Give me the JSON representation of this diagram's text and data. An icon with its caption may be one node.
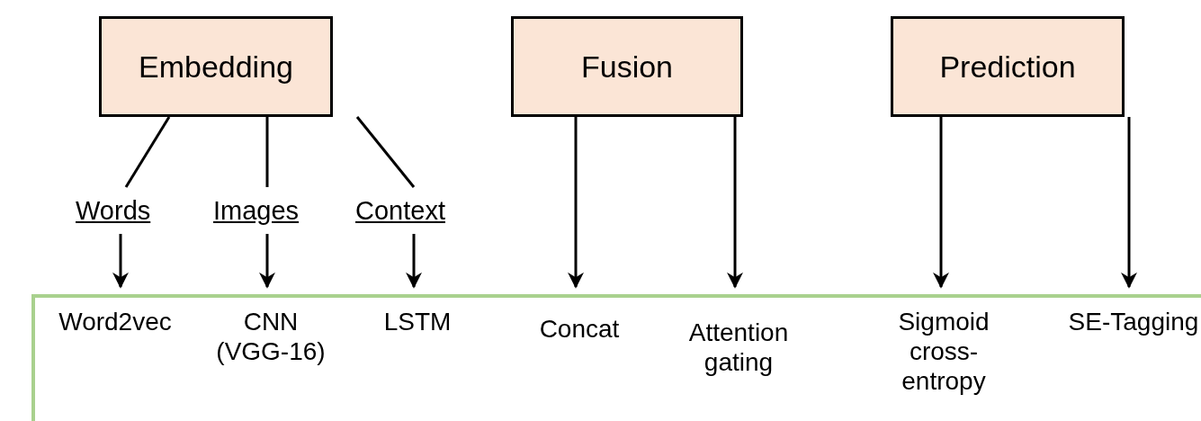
{
  "diagram": {
    "nodes": [
      {
        "text": [
          "Embedding"
        ]
      },
      {
        "text": [
          "Fusion"
        ]
      },
      {
        "text": [
          "Prediction"
        ]
      },
      {
        "text": [
          "Words"
        ]
      },
      {
        "text": [
          "Images"
        ]
      },
      {
        "text": [
          "Context"
        ]
      },
      {
        "text": [],
        "shape": "box"
      },
      {
        "text": [
          "Word2vec"
        ],
        "in": 6
      },
      {
        "text": [
          "CNN (VGG-16)"
        ],
        "in": 6
      },
      {
        "text": [
          "LSTM"
        ],
        "in": 6
      },
      {
        "text": [
          "Concat"
        ],
        "in": 6
      },
      {
        "text": [
          "Attention gating"
        ],
        "in": 6
      },
      {
        "text": [
          "Sigmoid cross-entropy"
        ],
        "in": 6
      },
      {
        "text": [
          "SE-Tagging"
        ],
        "in": 6
      }
    ],
    "edges": [
      {
        "from": 0,
        "to": 3,
        "arrow": "none"
      },
      {
        "from": 0,
        "to": 4,
        "arrow": "none"
      },
      {
        "from": 0,
        "to": 5,
        "arrow": "none"
      },
      {
        "from": 3,
        "to": 7,
        "arrow": "to"
      },
      {
        "from": 4,
        "to": 8,
        "arrow": "to"
      },
      {
        "from": 5,
        "to": 9,
        "arrow": "to"
      },
      {
        "from": 1,
        "to": 10,
        "arrow": "to"
      },
      {
        "from": 1,
        "to": 11,
        "arrow": "to"
      },
      {
        "from": 2,
        "to": 12,
        "arrow": "to"
      },
      {
        "from": 2,
        "to": 13,
        "arrow": "to"
      }
    ]
  }
}
